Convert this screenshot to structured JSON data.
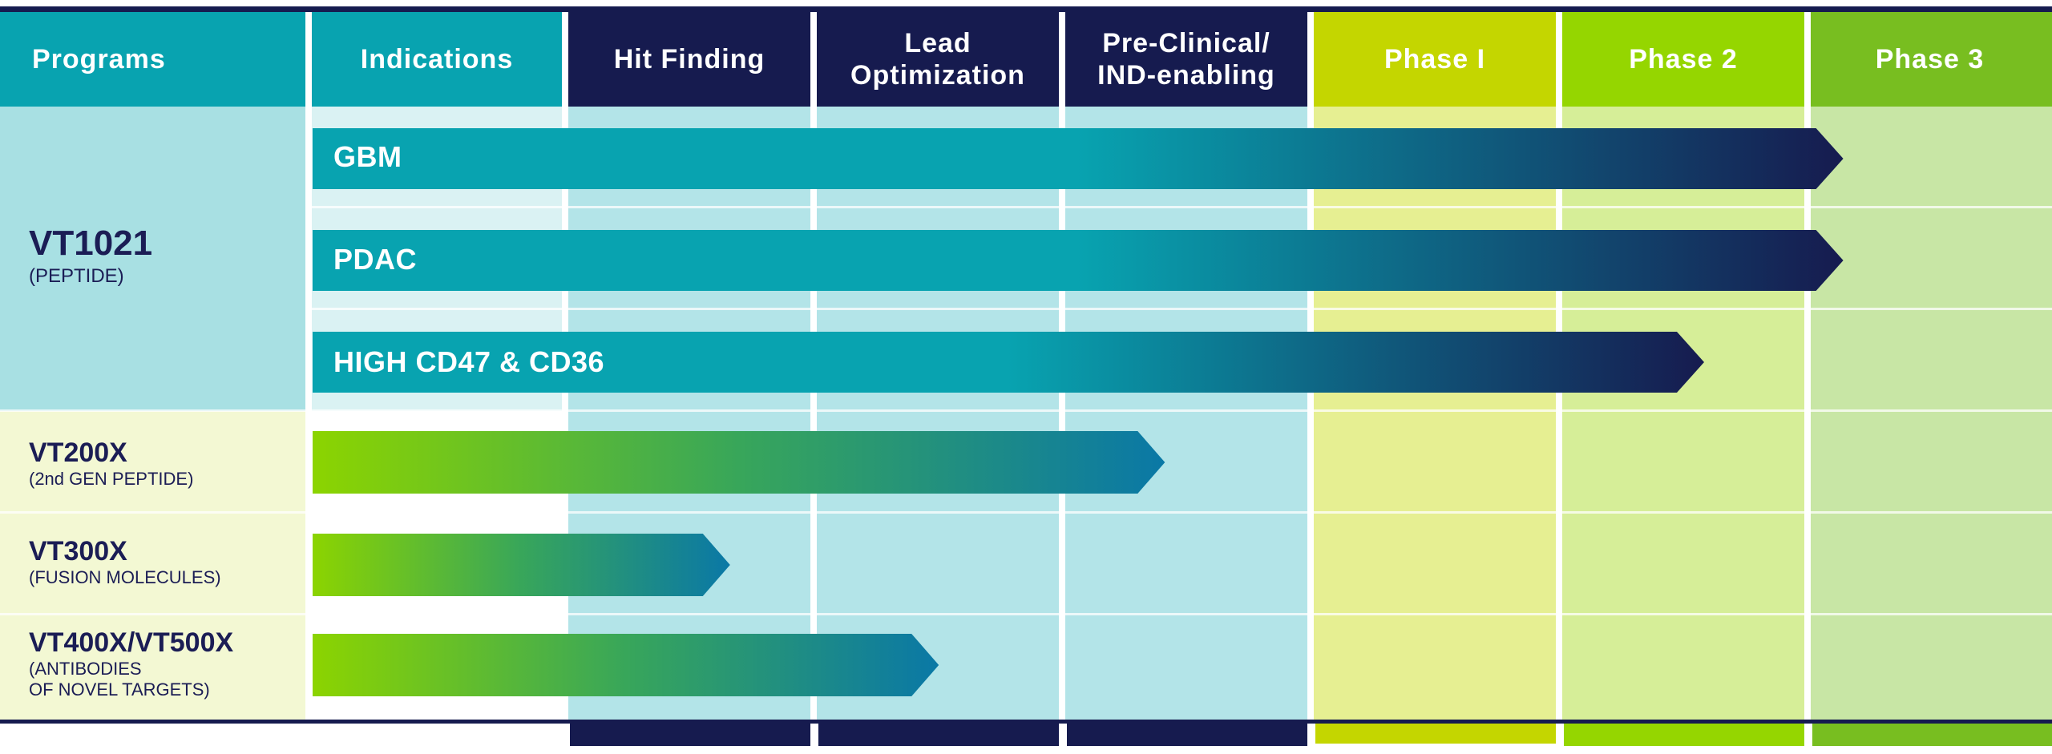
{
  "columns": [
    {
      "label": "Programs",
      "color": "#08a3b0"
    },
    {
      "label": "Indications",
      "color": "#08a3b0"
    },
    {
      "label": "Hit Finding",
      "color": "#161b4f"
    },
    {
      "label": "Lead\nOptimization",
      "color": "#161b4f"
    },
    {
      "label": "Pre-Clinical/\nIND-enabling",
      "color": "#161b4f"
    },
    {
      "label": "Phase I",
      "color": "#c4d600"
    },
    {
      "label": "Phase 2",
      "color": "#95d600"
    },
    {
      "label": "Phase 3",
      "color": "#78be20"
    }
  ],
  "programs": [
    {
      "name": "VT1021",
      "sub": "(PEPTIDE)"
    },
    {
      "name": "VT200X",
      "sub": "(2nd GEN PEPTIDE)"
    },
    {
      "name": "VT300X",
      "sub": "(FUSION MOLECULES)"
    },
    {
      "name": "VT400X/VT500X",
      "sub": "(ANTIBODIES\nOF NOVEL TARGETS)"
    }
  ],
  "bars": [
    {
      "label": "GBM",
      "progress": 0.88
    },
    {
      "label": "PDAC",
      "progress": 0.88
    },
    {
      "label": "HIGH CD47 & CD36",
      "progress": 0.8
    },
    {
      "label": "",
      "progress": 0.49
    },
    {
      "label": "",
      "progress": 0.24
    },
    {
      "label": "",
      "progress": 0.36
    }
  ],
  "colors": {
    "teal": "#08a3b0",
    "navy": "#161b4f",
    "green": "#8cd400",
    "blue": "#0a78a6",
    "program_bg_teal": "#a8e0e3",
    "program_bg_cream": "#f3f8d3",
    "stage_bg_teal": "#b3e4e8",
    "phase1_bg": "#e6ef92",
    "phase2_bg": "#d6ee98",
    "phase3_bg": "#c8e6a5"
  }
}
